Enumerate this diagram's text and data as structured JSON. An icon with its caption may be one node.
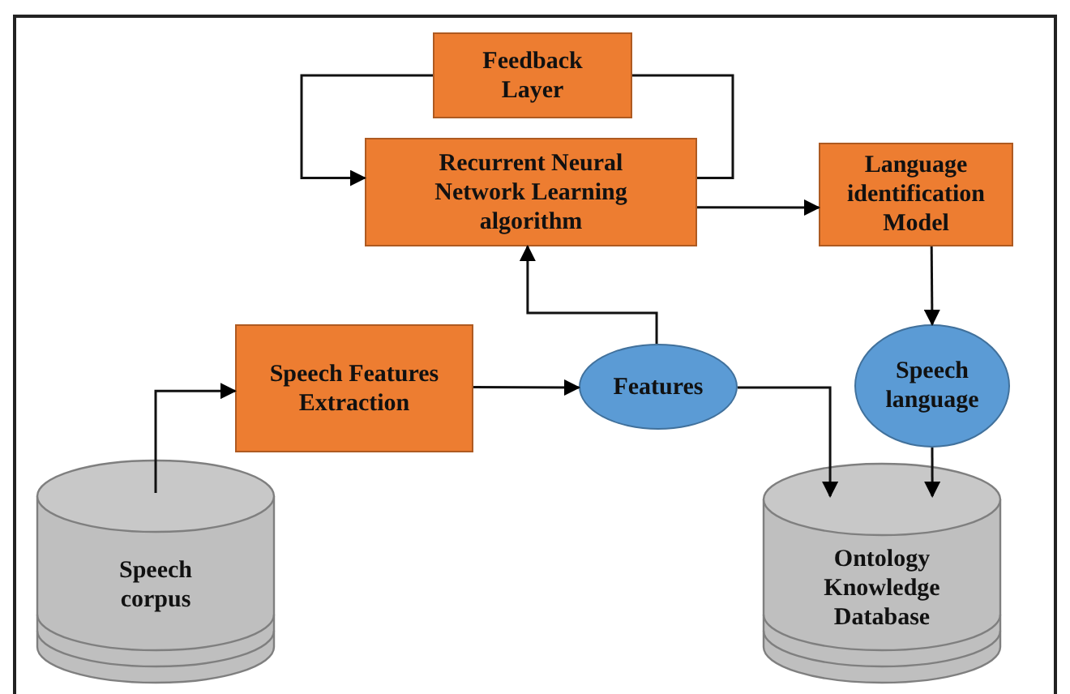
{
  "diagram": {
    "nodes": [
      {
        "text": [
          "Feedback Layer"
        ]
      },
      {
        "text": [
          "Recurrent Neural Network Learning algorithm"
        ]
      },
      {
        "text": [
          "Language identification Model"
        ]
      },
      {
        "text": [
          "Speech Features Extraction"
        ]
      },
      {
        "text": [
          "Features"
        ]
      },
      {
        "text": [
          "Speech language"
        ]
      },
      {
        "text": [
          "Speech corpus"
        ]
      },
      {
        "text": [
          "Ontology Knowledge Database"
        ]
      }
    ],
    "edges": [
      {
        "from": 0,
        "to": 1,
        "arrow": "to"
      },
      {
        "from": 1,
        "to": 0,
        "arrow": "none"
      },
      {
        "from": 1,
        "to": 2,
        "arrow": "to"
      },
      {
        "from": 4,
        "to": 1,
        "arrow": "to"
      },
      {
        "from": 3,
        "to": 4,
        "arrow": "to"
      },
      {
        "from": 6,
        "to": 3,
        "arrow": "to"
      },
      {
        "from": 4,
        "to": 7,
        "arrow": "to"
      },
      {
        "from": 2,
        "to": 5,
        "arrow": "to"
      },
      {
        "from": 5,
        "to": 7,
        "arrow": "to"
      }
    ]
  }
}
